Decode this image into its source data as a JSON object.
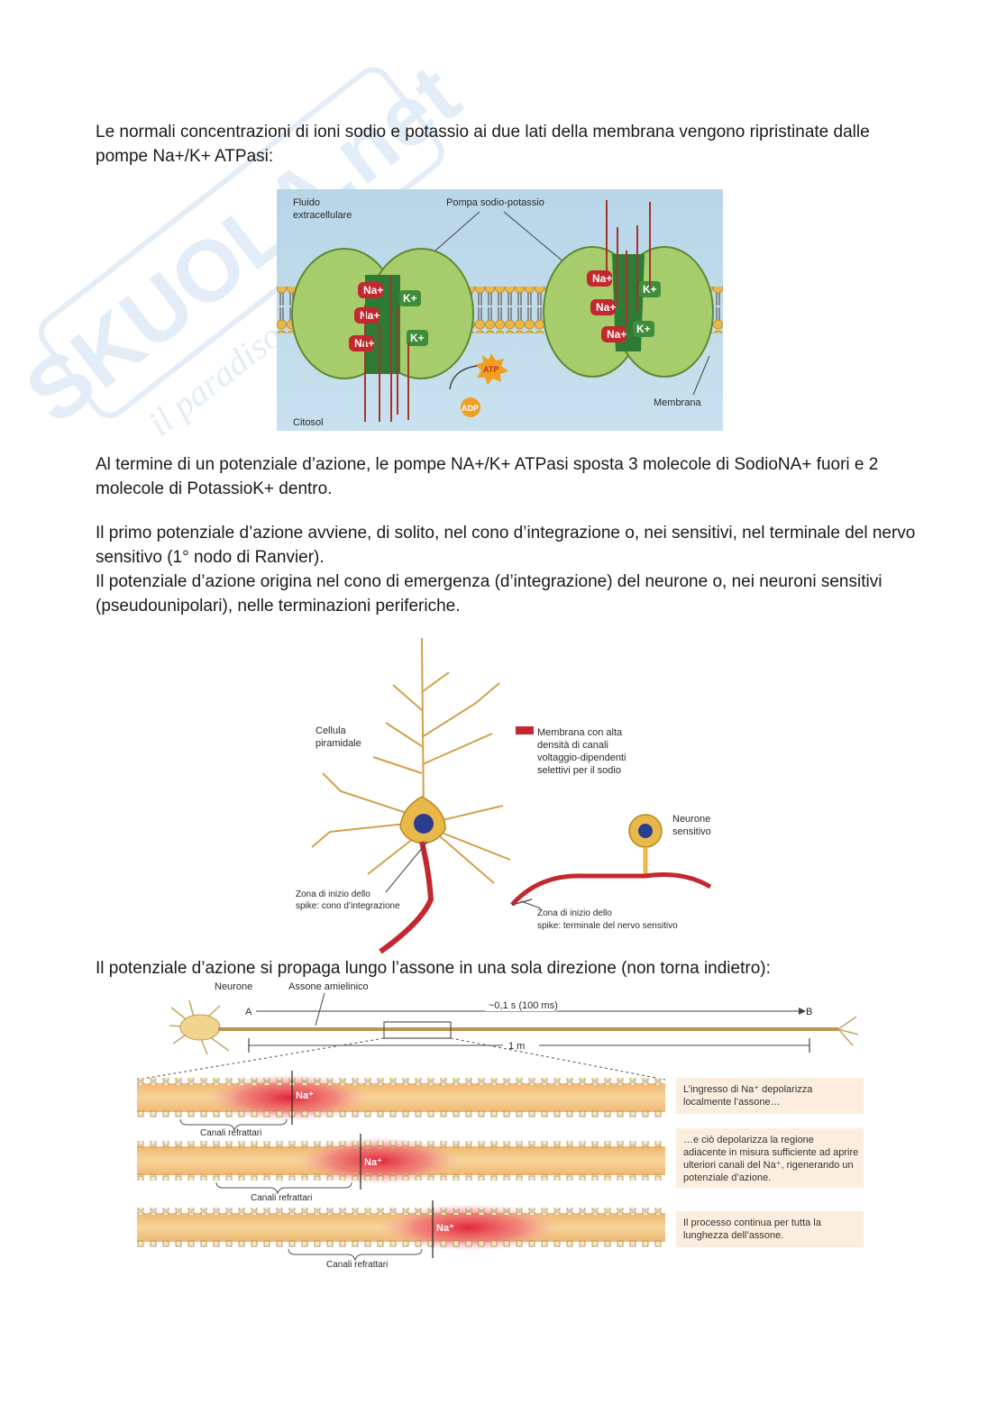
{
  "watermark": {
    "brand": "SKUOLA.net",
    "tagline": "il paradiso dello studente"
  },
  "paragraphs": {
    "p1": "Le normali concentrazioni di ioni sodio e potassio ai due lati della membrana vengono ripristinate dalle pompe Na+/K+ ATPasi:",
    "p2": "Al termine di un potenziale d’azione, le pompe NA+/K+ ATPasi sposta 3 molecole di SodioNA+ fuori e 2 molecole di PotassioK+ dentro.",
    "p3a": "Il primo potenziale d’azione avviene, di solito, nel cono d’integrazione o, nei sensitivi, nel terminale del nervo sensitivo (1° nodo di Ranvier).",
    "p3b": "Il potenziale d’azione origina nel cono di emergenza (d’integrazione) del neurone o, nei neuroni sensitivi (pseudounipolari), nelle terminazioni periferiche.",
    "p4": "Il potenziale d’azione si propaga lungo l’assone in una sola direzione (non torna indietro):"
  },
  "figure1": {
    "label_extracellular_1": "Fluido",
    "label_extracellular_2": "extracellulare",
    "label_pump": "Pompa sodio-potassio",
    "label_membrane": "Membrana",
    "label_cytosol": "Citosol",
    "na": "Na+",
    "k": "K+",
    "atp": "ATP",
    "adp": "ADP"
  },
  "figure2": {
    "pyramidal_1": "Cellula",
    "pyramidal_2": "piramidale",
    "legend_1": "Membrana con alta",
    "legend_2": "densità di canali",
    "legend_3": "voltaggio-dipendenti",
    "legend_4": "selettivi per il sodio",
    "sensory_1": "Neurone",
    "sensory_2": "sensitivo",
    "zone1_1": "Zona di inizio dello",
    "zone1_2": "spike: cono d’integrazione",
    "zone2_1": "Zona di inizio dello",
    "zone2_2": "spike: terminale del nervo sensitivo",
    "colors": {
      "membrane_red": "#c4282e",
      "cell_yellow": "#e8b84a",
      "nucleus_blue": "#2b3d8f"
    }
  },
  "figure3": {
    "neurone": "Neurone",
    "axon": "Assone amielinico",
    "point_a": "A",
    "point_b": "B",
    "time": "~0,1 s (100 ms)",
    "length": "1 m",
    "na": "Na⁺",
    "refractory": "Canali refrattari",
    "cap1": "L’ingresso di Na⁺ depolarizza localmente l’assone…",
    "cap2": "…e ciò depolarizza la regione adiacente in misura sufficiente ad aprire ulteriori canali del Na⁺, rigenerando un potenziale d’azione.",
    "cap3": "Il processo continua per tutta la lunghezza dell’assone."
  }
}
